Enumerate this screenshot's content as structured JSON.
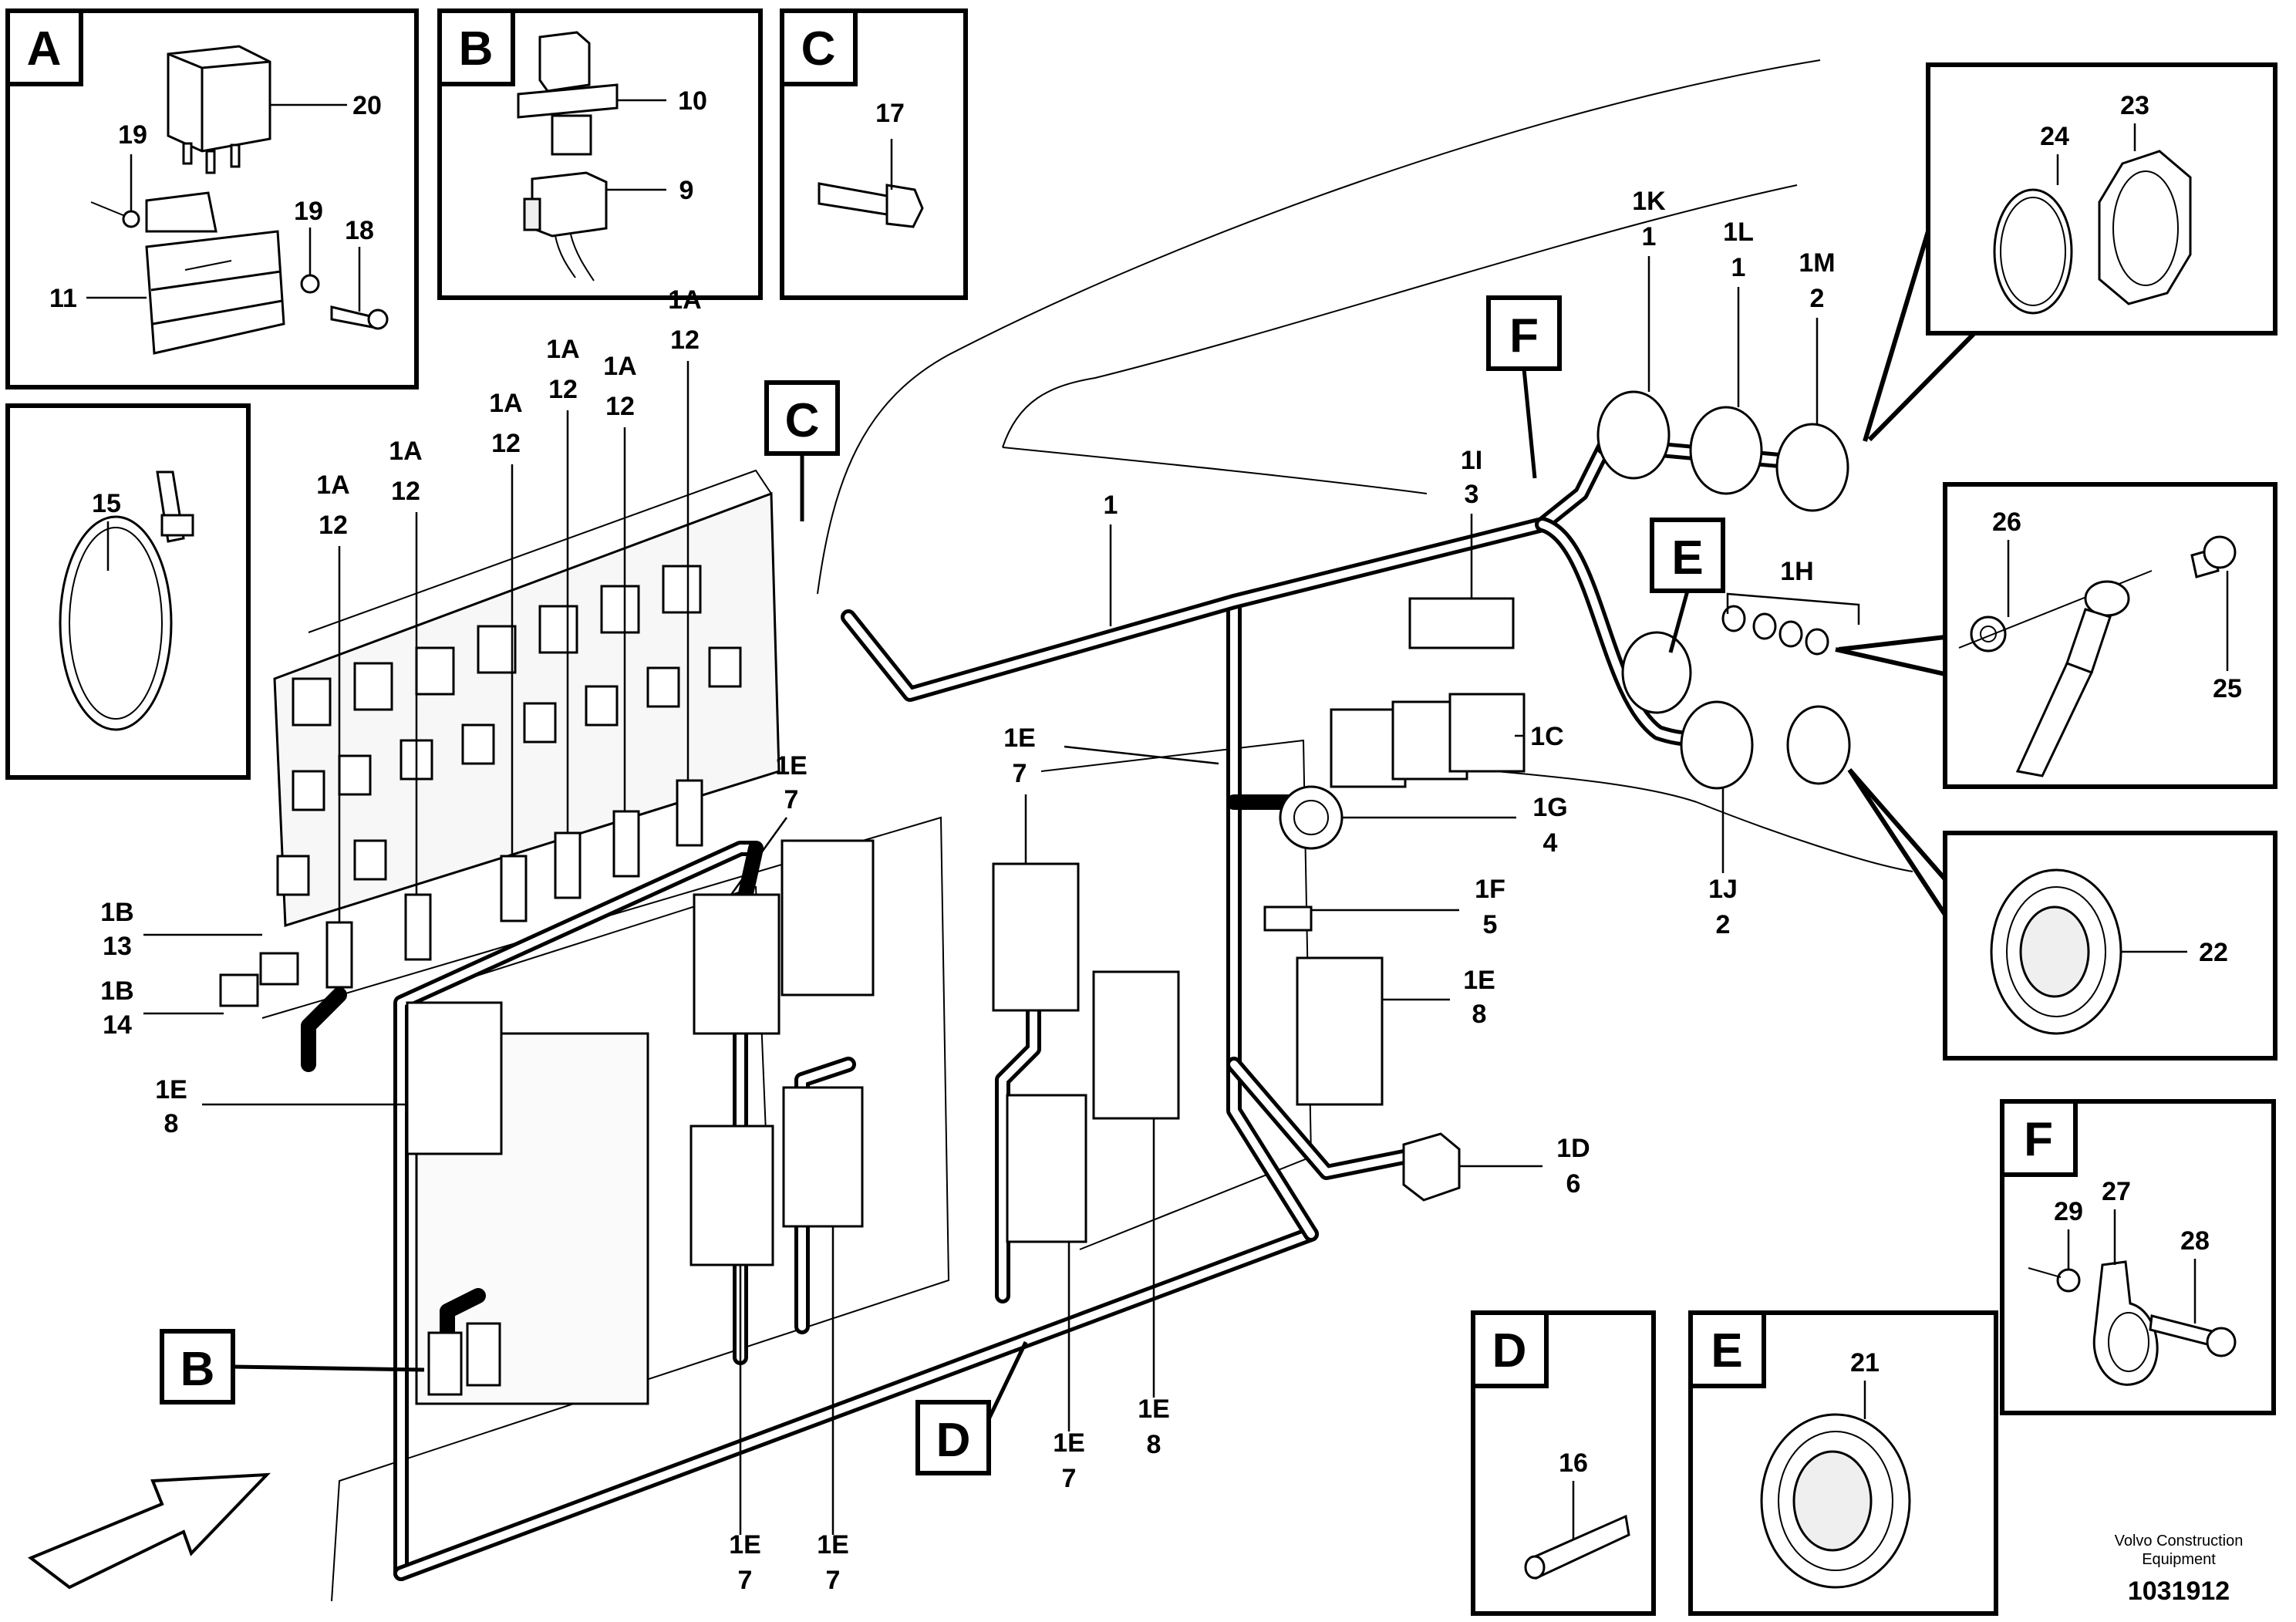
{
  "detail_boxes": {
    "A": "A",
    "B": "B",
    "C": "C",
    "D": "D",
    "E": "E",
    "F": "F"
  },
  "callouts": {
    "C": "C",
    "F": "F",
    "E": "E",
    "B": "B",
    "D": "D"
  },
  "parts": {
    "p20": "20",
    "p19a": "19",
    "p19b": "19",
    "p18": "18",
    "p11": "11",
    "p10": "10",
    "p9": "9",
    "p17": "17",
    "p15": "15",
    "p24": "24",
    "p23": "23",
    "p26": "26",
    "p25": "25",
    "p22": "22",
    "p29": "29",
    "p27": "27",
    "p28": "28",
    "p16": "16",
    "p21": "21"
  },
  "harness_labels": {
    "a1": [
      "1A",
      "12"
    ],
    "a2": [
      "1A",
      "12"
    ],
    "a3": [
      "1A",
      "12"
    ],
    "a4": [
      "1A",
      "12"
    ],
    "a5": [
      "1A",
      "12"
    ],
    "a6": [
      "1A",
      "12"
    ],
    "b13": [
      "1B",
      "13"
    ],
    "b14": [
      "1B",
      "14"
    ],
    "e8a": [
      "1E",
      "8"
    ],
    "e7a": [
      "1E",
      "7"
    ],
    "e7b": [
      "1E",
      "7"
    ],
    "e7c": [
      "1E",
      "7"
    ],
    "e7d": [
      "1E",
      "7"
    ],
    "e7e": [
      "1E",
      "7"
    ],
    "e8b": [
      "1E",
      "8"
    ],
    "e8c": [
      "1E",
      "8"
    ],
    "main1": "1",
    "i3": [
      "1I",
      "3"
    ],
    "k1": [
      "1K",
      "1"
    ],
    "l1": [
      "1L",
      "1"
    ],
    "m2": [
      "1M",
      "2"
    ],
    "h": "1H",
    "c": "1C",
    "g4": [
      "1G",
      "4"
    ],
    "f5": [
      "1F",
      "5"
    ],
    "d6": [
      "1D",
      "6"
    ],
    "j2": [
      "1J",
      "2"
    ]
  },
  "footer": {
    "brand_line1": "Volvo Construction",
    "brand_line2": "Equipment",
    "doc_number": "1031912"
  }
}
